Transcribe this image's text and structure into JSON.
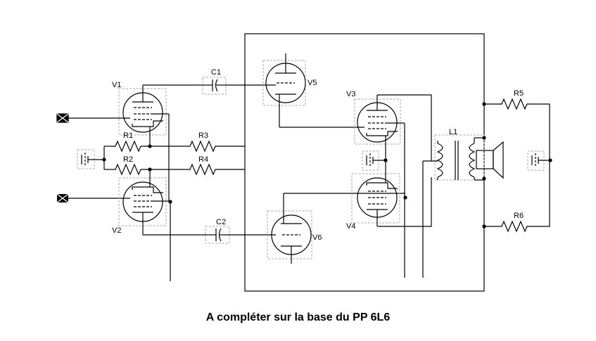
{
  "caption": "A compléter sur la base du PP 6L6",
  "labels": {
    "V1": "V1",
    "V2": "V2",
    "V3": "V3",
    "V4": "V4",
    "V5": "V5",
    "V6": "V6",
    "C1": "C1",
    "C2": "C2",
    "R1": "R1",
    "R2": "R2",
    "R3": "R3",
    "R4": "R4",
    "R5": "R5",
    "R6": "R6",
    "L1": "L1"
  }
}
